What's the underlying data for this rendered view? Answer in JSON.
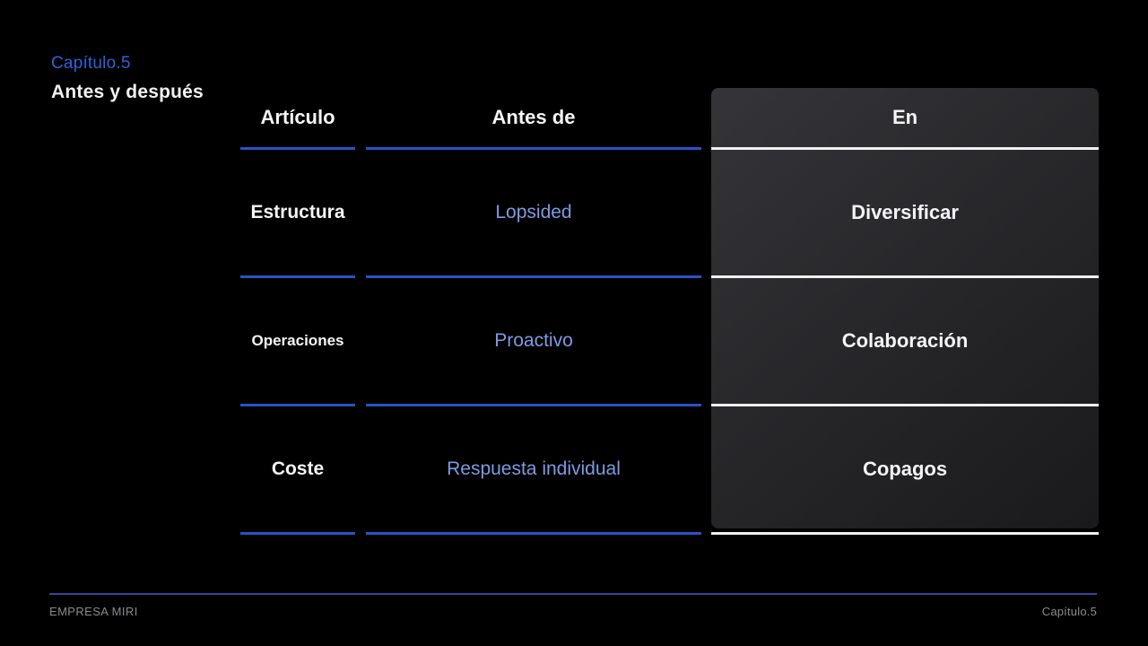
{
  "slide": {
    "chapter_label": "Capítulo.5",
    "title": "Antes y después"
  },
  "table": {
    "columns": [
      {
        "header": "Artículo"
      },
      {
        "header": "Antes de"
      },
      {
        "header": "En"
      }
    ],
    "rows": [
      {
        "articulo": "Estructura",
        "antes": "Lopsided",
        "en": "Diversificar"
      },
      {
        "articulo": "Operaciones",
        "antes": "Proactivo",
        "en": "Colaboración"
      },
      {
        "articulo": "Coste",
        "antes": "Respuesta individual",
        "en": "Copagos"
      }
    ]
  },
  "footer": {
    "company": "EMPRESA MIRI",
    "chapter": "Capítulo.5"
  },
  "colors": {
    "accent_blue": "#2e62da",
    "underline_blue": "#2a52c5",
    "value_blue": "#7e9ae2",
    "card_gradient_start": "#353539",
    "card_gradient_end": "#1a1a1c",
    "white_line": "#f0f0f0",
    "footer_gray": "#8b8b90",
    "footer_line_blue": "#39429e",
    "background": "#000000"
  }
}
